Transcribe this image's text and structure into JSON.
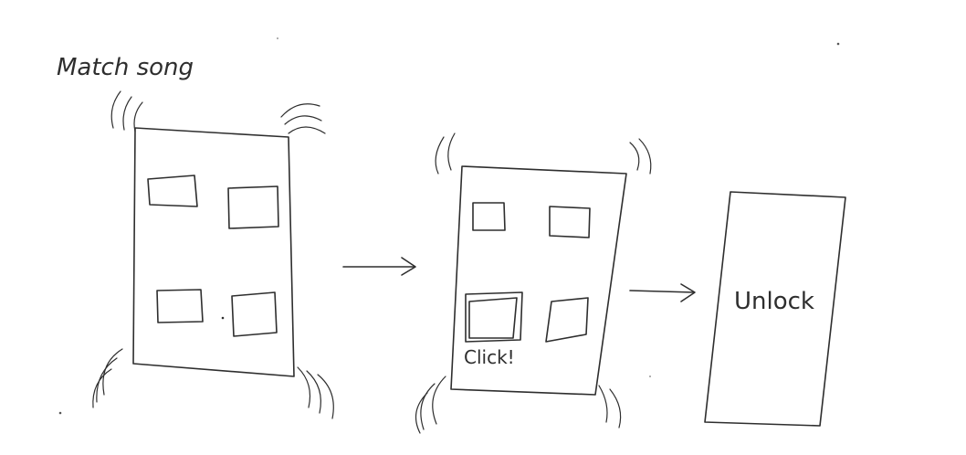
{
  "title": "Match song",
  "frames": [
    {
      "id": "phone-1",
      "tiles": 4,
      "state": "vibrating"
    },
    {
      "id": "phone-2",
      "tiles": 4,
      "state": "vibrating",
      "annotation": "Click!"
    },
    {
      "id": "phone-3",
      "label": "Unlock"
    }
  ],
  "colors": {
    "ink": "#2e2e2e",
    "paper": "#ffffff"
  }
}
